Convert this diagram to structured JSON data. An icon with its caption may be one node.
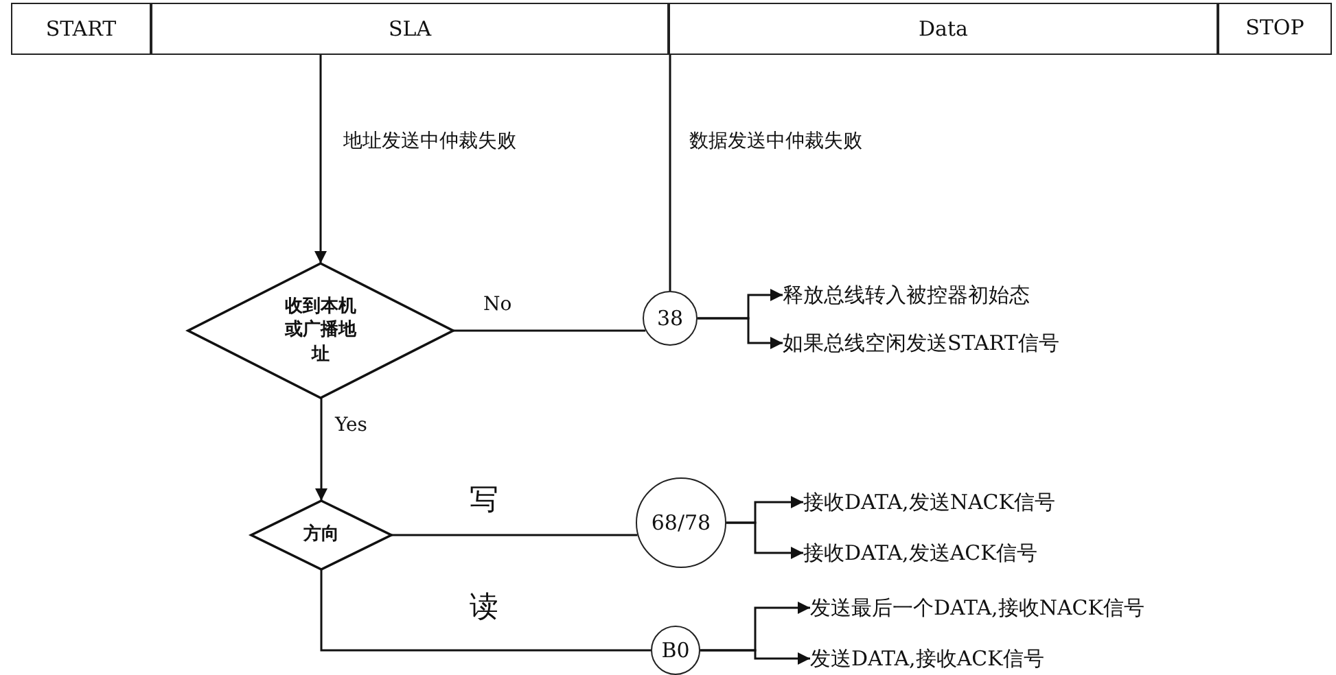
{
  "diagram": {
    "nodes": [
      {
        "text": [
          "START"
        ]
      },
      {
        "text": [
          "SLA"
        ]
      },
      {
        "text": [
          "Data"
        ]
      },
      {
        "text": [
          "STOP"
        ]
      },
      {
        "text": [
          "收到本机或广播地址"
        ]
      },
      {
        "text": [
          "38"
        ]
      },
      {
        "text": [
          "释放总线转入被控器初始态"
        ]
      },
      {
        "text": [
          "如果总线空闲发送START信号"
        ]
      },
      {
        "text": [
          "方向"
        ]
      },
      {
        "text": [
          "68/78"
        ]
      },
      {
        "text": [
          "接收DATA,发送NACK信号"
        ]
      },
      {
        "text": [
          "接收DATA,发送ACK信号"
        ]
      },
      {
        "text": [
          "B0"
        ]
      },
      {
        "text": [
          "发送最后一个DATA,接收NACK信号"
        ]
      },
      {
        "text": [
          "发送DATA,接收ACK信号"
        ]
      }
    ],
    "edges": [
      {
        "from": 1,
        "to": 4,
        "arrow": "to",
        "label": "地址发送中仲裁失败"
      },
      {
        "from": 2,
        "to": 5,
        "arrow": "none",
        "label": "数据发送中仲裁失败"
      },
      {
        "from": 4,
        "to": 5,
        "arrow": "none",
        "label": "No"
      },
      {
        "from": 5,
        "to": 6,
        "arrow": "to"
      },
      {
        "from": 5,
        "to": 7,
        "arrow": "to"
      },
      {
        "from": 4,
        "to": 8,
        "arrow": "to",
        "label": "Yes"
      },
      {
        "from": 8,
        "to": 9,
        "arrow": "none",
        "label": "写"
      },
      {
        "from": 9,
        "to": 10,
        "arrow": "to"
      },
      {
        "from": 9,
        "to": 11,
        "arrow": "to"
      },
      {
        "from": 8,
        "to": 12,
        "arrow": "none",
        "label": "读"
      },
      {
        "from": 12,
        "to": 13,
        "arrow": "to"
      },
      {
        "from": 12,
        "to": 14,
        "arrow": "to"
      }
    ]
  }
}
